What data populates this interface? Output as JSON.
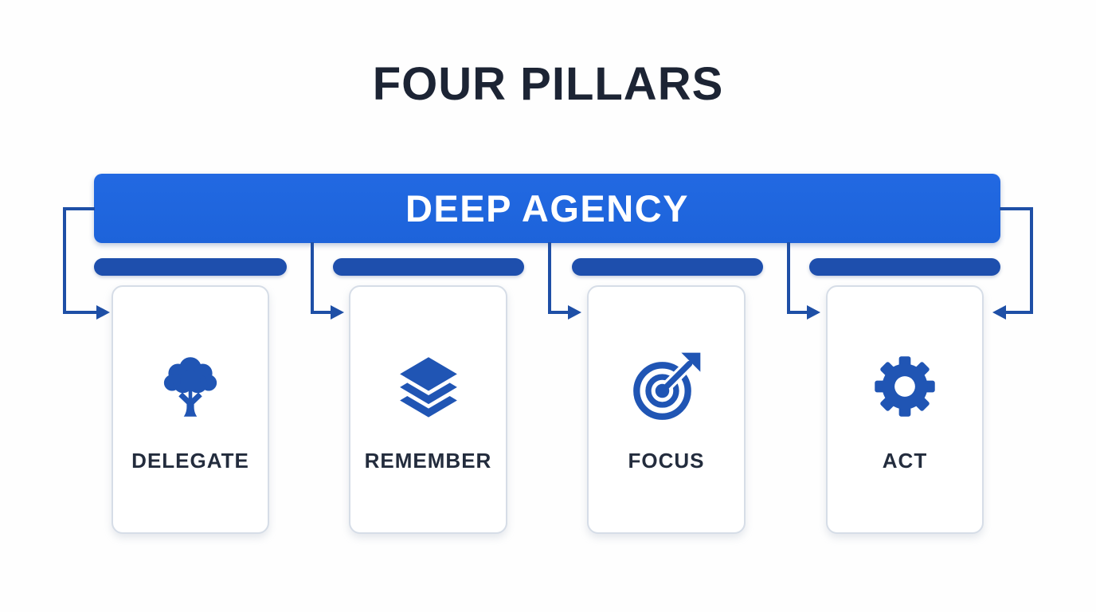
{
  "title": "FOUR PILLARS",
  "banner": {
    "label": "DEEP AGENCY"
  },
  "pillars": [
    {
      "label": "DELEGATE",
      "icon": "tree-icon"
    },
    {
      "label": "REMEMBER",
      "icon": "layers-icon"
    },
    {
      "label": "FOCUS",
      "icon": "target-icon"
    },
    {
      "label": "ACT",
      "icon": "gear-icon"
    }
  ],
  "colors": {
    "banner_blue": "#1d65dd",
    "bar_blue": "#1e4fad",
    "connector_blue": "#1e4fa6",
    "icon_blue": "#2055b4",
    "title_navy": "#1c2434",
    "label_navy": "#232c3d",
    "card_border": "#d6dde7",
    "background": "#ffffff",
    "banner_text": "#ffffff"
  }
}
